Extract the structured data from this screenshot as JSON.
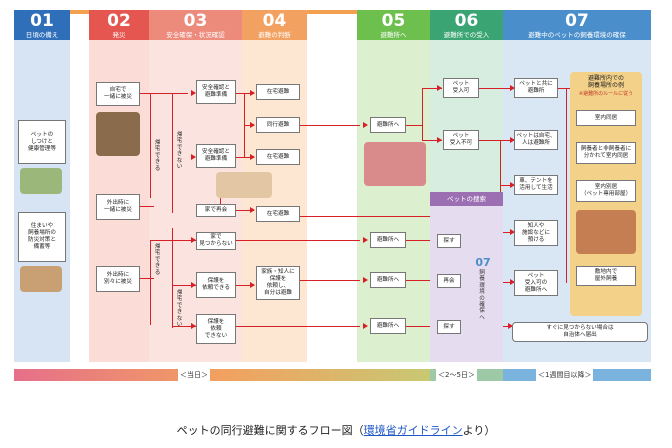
{
  "columns": [
    {
      "num": "01",
      "label": "日頃の備え",
      "color": "#2f6fb9"
    },
    {
      "num": "02",
      "label": "発災",
      "color": "#e4564f"
    },
    {
      "num": "03",
      "label": "安全確保・状況確認",
      "color": "#ec8a7c"
    },
    {
      "num": "04",
      "label": "避難の判断",
      "color": "#f2a160"
    },
    {
      "num": "05",
      "label": "避難所へ",
      "color": "#6dbf4e"
    },
    {
      "num": "06",
      "label": "避難所での受入",
      "color": "#3aa572"
    },
    {
      "num": "07",
      "label": "避難中のペットの飼養環境の確保",
      "color": "#4a8fcb"
    }
  ],
  "prep": {
    "items": [
      "ペットの\nしつけと\n健康管理等",
      "住まいや\n飼養場所の\n防災対策と\n備蓄等"
    ]
  },
  "col02": {
    "items": [
      "自宅で\n一緒に被災",
      "外出時に\n一緒に被災",
      "外出時に\n別々に被災"
    ]
  },
  "col03": {
    "vertical": [
      "帰宅できる",
      "帰宅できない",
      "帰宅できる",
      "帰宅できない"
    ],
    "items": [
      "安全確認と\n避難準備",
      "安全確認と\n避難準備",
      "家で再会",
      "家で\n見つからない",
      "保護を\n依頼できる",
      "保護を\n依頼\nできない"
    ]
  },
  "col04": {
    "items": [
      "在宅避難",
      "同行避難",
      "在宅避難",
      "在宅避難",
      "家族・知人に\n保護を\n依頼し、\n自分は避難"
    ]
  },
  "col05": {
    "items": [
      "避難所へ",
      "避難所へ",
      "避難所へ",
      "避難所へ"
    ]
  },
  "col06": {
    "items": [
      "ペット\n受入可",
      "ペット\n受入不可",
      "探す",
      "再会",
      "探す"
    ],
    "search_label": "ペットの捜索",
    "sub_num": "07",
    "sub_label": "飼養環境の確保へ"
  },
  "col07": {
    "items": [
      "ペットと共に\n避難所",
      "ペットは自宅、\n人は避難所",
      "車、テントを\n活用して生活",
      "知人や\n施設などに\n預ける",
      "ペット\n受入可の\n避難所へ"
    ],
    "notice": "すぐに見つからない場合は\n自治体へ届出",
    "example_title": "避難所内での\n飼養場所の例",
    "example_note": "※避難所のルールに従う",
    "examples": [
      "室内同居",
      "飼養者と非飼養者に\n分かれて室内同居",
      "室内別居\n（ペット専用部屋）",
      "敷地内で\n屋外飼養"
    ]
  },
  "timeline": [
    "＜当日＞",
    "＜2～5日＞",
    "＜1週間目以降＞"
  ],
  "caption": {
    "prefix": "ペットの同行避難に関するフロー図（",
    "link": "環境省ガイドライン",
    "suffix": "より）"
  }
}
